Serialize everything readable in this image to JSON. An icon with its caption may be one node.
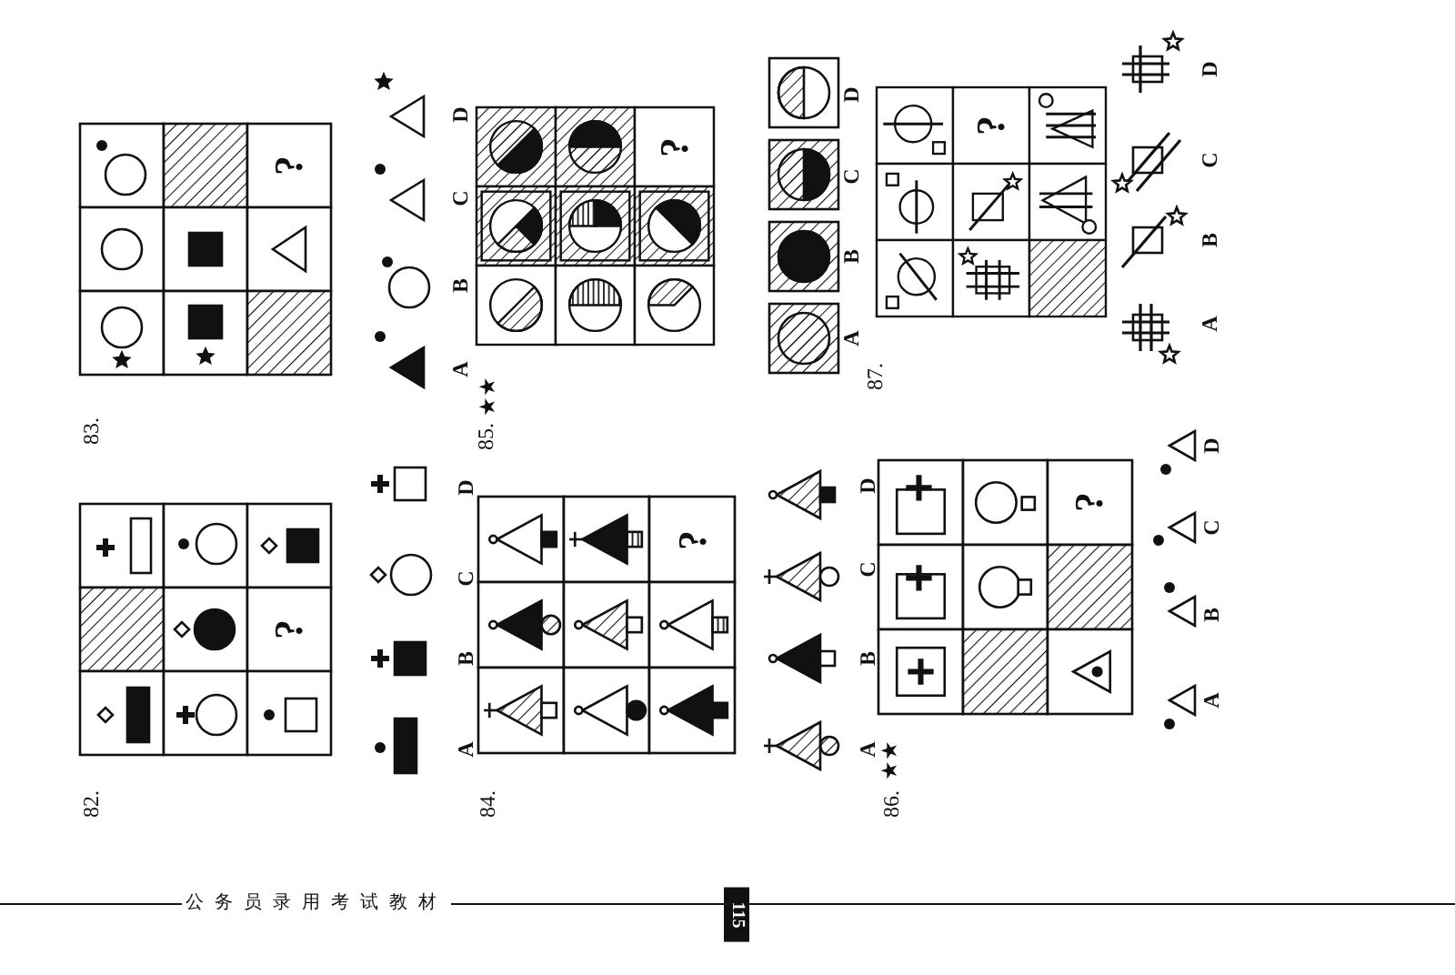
{
  "diagram": {
    "labels": [
      "83.",
      "?",
      "A",
      "B",
      "C",
      "D",
      "★★",
      "85.",
      "?",
      "A",
      "B",
      "C",
      "D",
      "87.",
      "?",
      "A",
      "B",
      "C",
      "D",
      "82.",
      "?",
      "A",
      "B",
      "C",
      "D",
      "84.",
      "?",
      "A",
      "B",
      "C",
      "D",
      "★★",
      "86.",
      "?",
      "A",
      "B",
      "C",
      "D",
      "公务员录用考试教材",
      "115"
    ]
  }
}
